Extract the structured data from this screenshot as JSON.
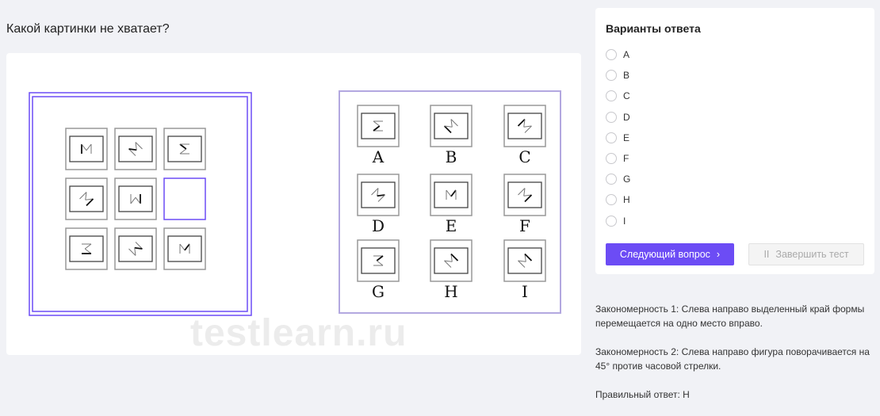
{
  "question": "Какой картинки не хватает?",
  "watermark": "testlearn.ru",
  "answers": {
    "title": "Варианты ответа",
    "options": [
      "A",
      "B",
      "C",
      "D",
      "E",
      "F",
      "G",
      "H",
      "I"
    ]
  },
  "buttons": {
    "next": "Следующий вопрос",
    "next_icon": "›",
    "finish": "Завершить тест",
    "finish_icon": "II"
  },
  "explanation": {
    "rule1": "Закономерность 1: Слева направо выделенный край формы перемещается на одно место вправо.",
    "rule2": "Закономерность 2: Слева направо фигура поворачивается на 45° против часовой стрелки.",
    "correct": "Правильный ответ: H"
  },
  "colors": {
    "accent": "#6c4cf5",
    "frame": "#b3a8e0"
  }
}
